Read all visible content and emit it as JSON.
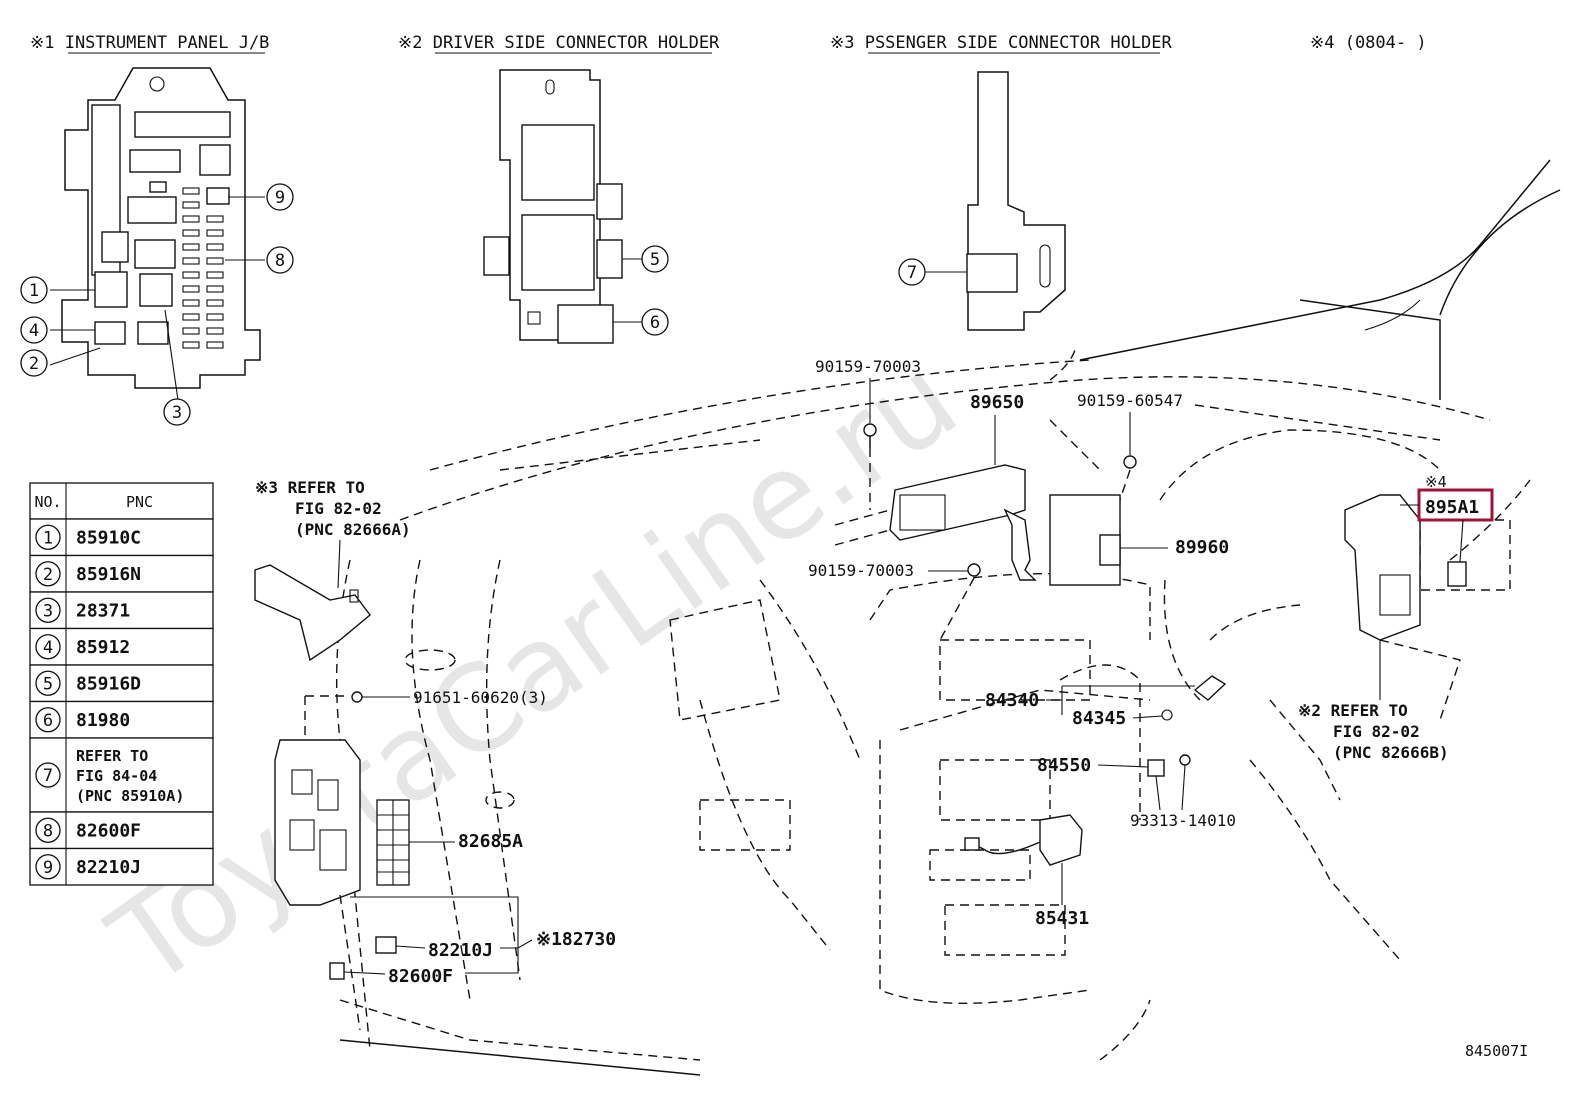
{
  "headers": {
    "h1": "※1 INSTRUMENT PANEL J/B",
    "h2": "※2 DRIVER SIDE CONNECTOR HOLDER",
    "h3": "※3 PSSENGER SIDE CONNECTOR HOLDER",
    "h4": "※4 (0804-      )"
  },
  "callout_numbers": [
    "1",
    "2",
    "3",
    "4",
    "5",
    "6",
    "7",
    "8",
    "9"
  ],
  "table": {
    "col_no": "NO.",
    "col_pnc": "PNC",
    "rows": [
      {
        "no": "1",
        "pnc": [
          "85910C"
        ]
      },
      {
        "no": "2",
        "pnc": [
          "85916N"
        ]
      },
      {
        "no": "3",
        "pnc": [
          "28371"
        ]
      },
      {
        "no": "4",
        "pnc": [
          "85912"
        ]
      },
      {
        "no": "5",
        "pnc": [
          "85916D"
        ]
      },
      {
        "no": "6",
        "pnc": [
          "81980"
        ]
      },
      {
        "no": "7",
        "pnc": [
          "REFER TO",
          "FIG 84-04",
          "(PNC 85910A)"
        ]
      },
      {
        "no": "8",
        "pnc": [
          "82600F"
        ]
      },
      {
        "no": "9",
        "pnc": [
          "82210J"
        ]
      }
    ]
  },
  "labels": {
    "p90159_70003_top": "90159-70003",
    "p89650": "89650",
    "p90159_60547": "90159-60547",
    "p89960": "89960",
    "p90159_70003_mid": "90159-70003",
    "p91651": "91651-60620(3)",
    "p84340": "84340",
    "p84345": "84345",
    "p84550": "84550",
    "p93313": "93313-14010",
    "p82685A": "82685A",
    "p82210J": "82210J",
    "p82600F": "82600F",
    "p182730": "※182730",
    "p85431": "85431",
    "p895A1": "895A1",
    "s4_tag": "※4"
  },
  "refer_left": [
    "※3 REFER TO",
    "FIG 82-02",
    "(PNC 82666A)"
  ],
  "refer_right": [
    "※2 REFER TO",
    "FIG 82-02",
    "(PNC 82666B)"
  ],
  "figure_id": "845007I",
  "watermark": "ToyotaCarLine.ru",
  "colors": {
    "highlight": "#a0123a",
    "watermark": "#e6e6e6"
  }
}
